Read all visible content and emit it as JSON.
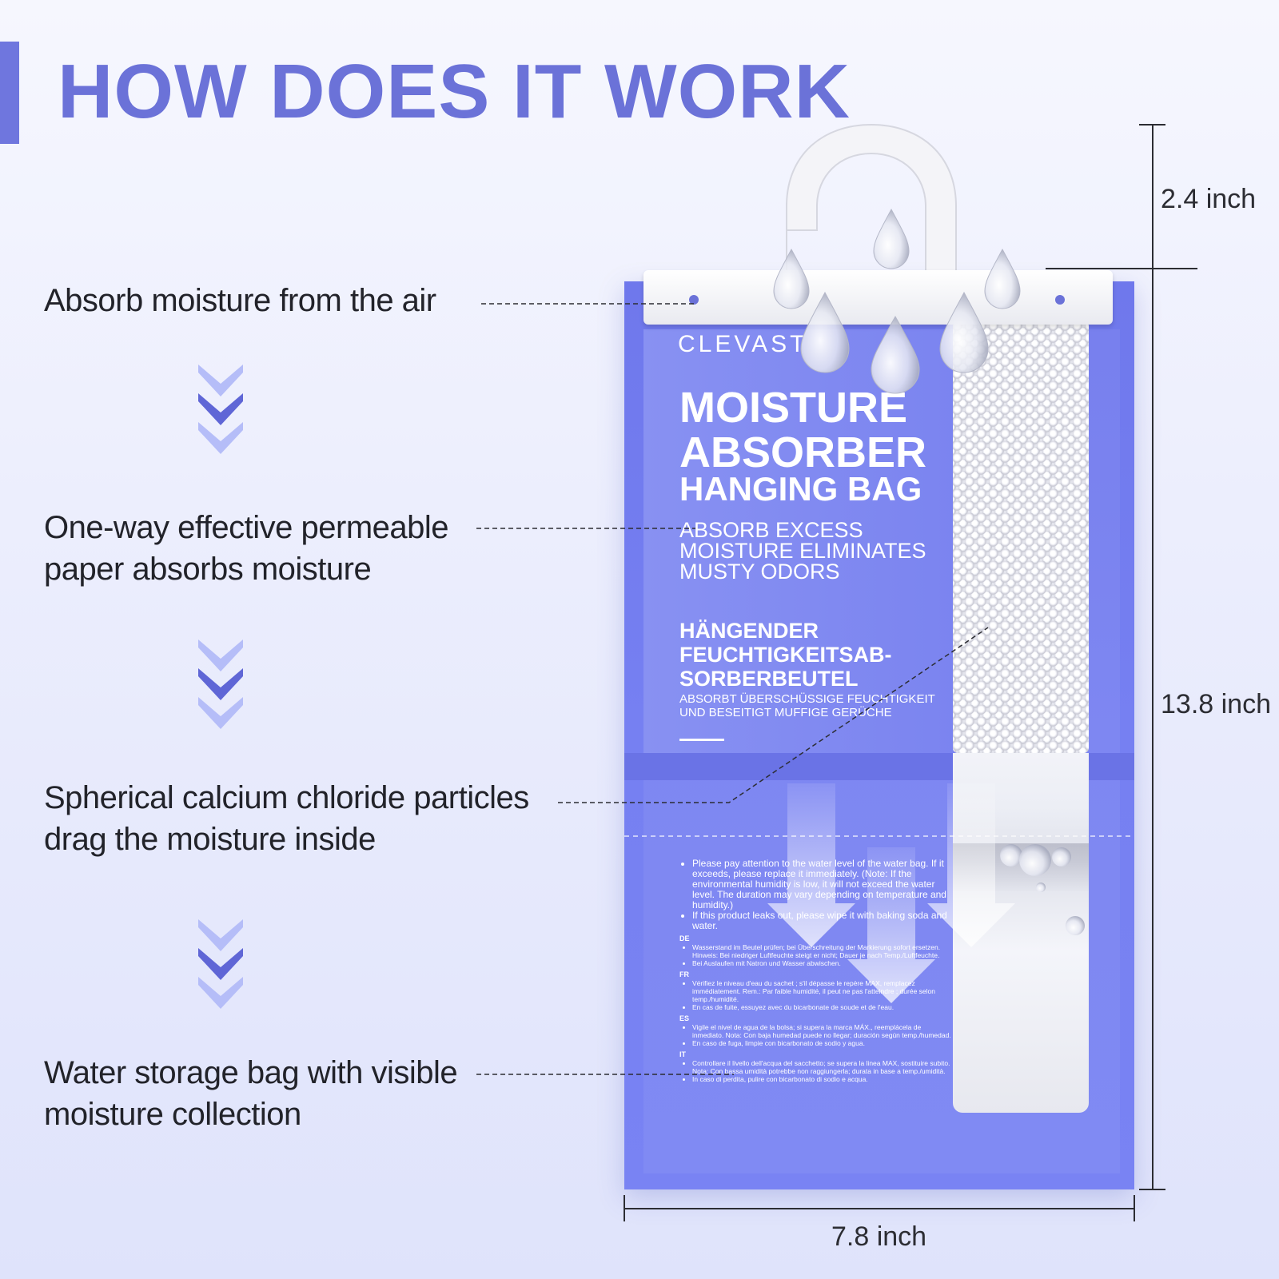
{
  "title": "HOW DOES IT WORK",
  "steps": [
    {
      "lines": [
        "Absorb moisture from the air"
      ]
    },
    {
      "lines": [
        "One-way effective permeable",
        "paper absorbs moisture"
      ]
    },
    {
      "lines": [
        "Spherical calcium chloride particles",
        "drag the moisture inside"
      ]
    },
    {
      "lines": [
        "Water storage bag with visible",
        "moisture collection"
      ]
    }
  ],
  "dimensions": {
    "hook_height": "2.4 inch",
    "bag_height": "13.8  inch",
    "bag_width": "7.8 inch"
  },
  "product": {
    "brand": "CLEVAST",
    "title_line1": "MOISTURE",
    "title_line2": "ABSORBER",
    "title_line3": "HANGING BAG",
    "subtitle_lines": [
      "ABSORB EXCESS",
      "MOISTURE ELIMINATES",
      "MUSTY ODORS"
    ],
    "de_title_lines": [
      "HÄNGENDER",
      "FEUCHTIGKEITSAB-",
      "SORBERBEUTEL"
    ],
    "de_subtitle_lines": [
      "ABSORBT ÜBERSCHÜSSIGE FEUCHTIGKEIT",
      "UND BESEITIGT MUFFIGE GERÜCHE"
    ]
  },
  "notes": {
    "en": [
      "Please pay attention to the water level of the water bag. If it exceeds, please replace it immediately. (Note: If the environmental humidity is low, it will not exceed the water level. The duration may vary depending on temperature and humidity.)",
      "If this product leaks out, please wipe it with baking soda and water."
    ],
    "de_label": "DE",
    "de": [
      "Wasserstand im Beutel prüfen; bei Überschreitung der Markierung sofort ersetzen. Hinweis: Bei niedriger Luftfeuchte steigt er nicht; Dauer je nach Temp./Luftfeuchte.",
      "Bei Auslaufen mit Natron und Wasser abwischen."
    ],
    "fr_label": "FR",
    "fr": [
      "Vérifiez le niveau d'eau du sachet ; s'il dépasse le repère MAX, remplacez immédiatement. Rem.: Par faible humidité, il peut ne pas l'atteindre ; durée selon temp./humidité.",
      "En cas de fuite, essuyez avec du bicarbonate de soude et de l'eau."
    ],
    "es_label": "ES",
    "es": [
      "Vigile el nivel de agua de la bolsa; si supera la marca MÁX., reemplácela de inmediato. Nota: Con baja humedad puede no llegar; duración según temp./humedad.",
      "En caso de fuga, limpie con bicarbonato de sodio y agua."
    ],
    "it_label": "IT",
    "it": [
      "Controllare il livello dell'acqua del sacchetto; se supera la linea MAX, sostituire subito. Nota: Con bassa umidità potrebbe non raggiungerla; durata in base a temp./umidità.",
      "In caso di perdita, pulire con bicarbonato di sodio e acqua."
    ]
  },
  "colors": {
    "accent": "#6b72d8",
    "bag": "#737cf0",
    "chevron_light": "#aab2f6",
    "chevron_dark": "#5f66d6",
    "text": "#22232a"
  }
}
